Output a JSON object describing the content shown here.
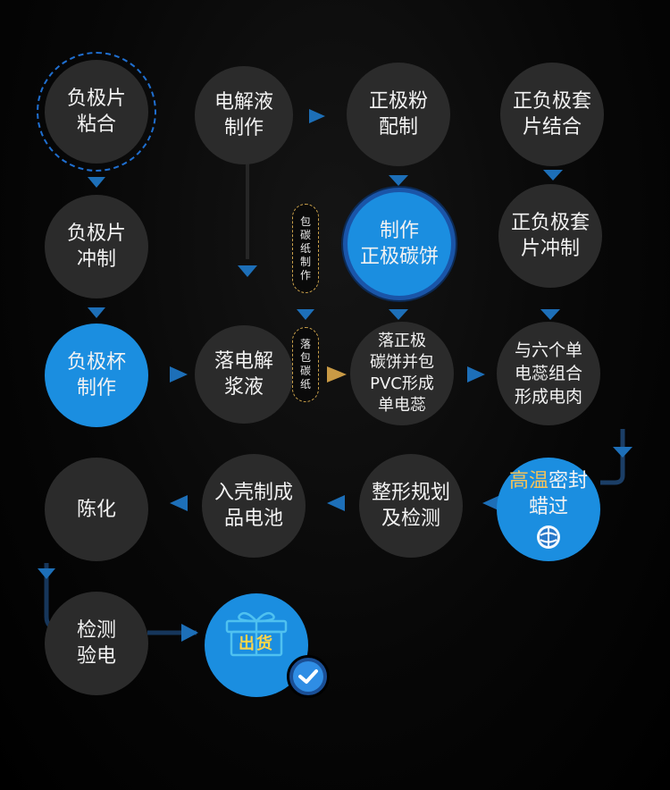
{
  "nodes": {
    "n1": {
      "l1": "负极片",
      "l2": "粘合"
    },
    "n2": {
      "l1": "电解液",
      "l2": "制作"
    },
    "n3": {
      "l1": "正极粉",
      "l2": "配制"
    },
    "n4": {
      "l1": "正负极套",
      "l2": "片结合"
    },
    "n5": {
      "l1": "负极片",
      "l2": "冲制"
    },
    "n6": {
      "l1": "制作",
      "l2": "正极碳饼"
    },
    "n7": {
      "l1": "正负极套",
      "l2": "片冲制"
    },
    "n8": {
      "l1": "负极杯",
      "l2": "制作"
    },
    "n9": {
      "l1": "落电解",
      "l2": "浆液"
    },
    "n10": {
      "l1": "落正极",
      "l2": "碳饼并包",
      "l3": "PVC形成",
      "l4": "单电蕊"
    },
    "n11": {
      "l1": "与六个单",
      "l2": "电蕊组合",
      "l3": "形成电肉"
    },
    "n12": {
      "l1a": "高温",
      "l1b": "密封",
      "l2": "蜡过"
    },
    "n13": {
      "l1": "整形规划",
      "l2": "及检测"
    },
    "n14": {
      "l1": "入壳制成",
      "l2": "品电池"
    },
    "n15": {
      "l1": "陈化"
    },
    "n16": {
      "l1": "检测",
      "l2": "验电"
    },
    "n17": {
      "label": "出货"
    }
  },
  "pills": {
    "p1": [
      "包",
      "碳",
      "纸",
      "制",
      "作"
    ],
    "p2": [
      "落",
      "包",
      "碳",
      "纸"
    ]
  },
  "icons": {
    "seal": "globe-seal-icon",
    "gift": "gift-box-icon",
    "check": "checkmark-icon"
  },
  "colors": {
    "node": "#2b2b2b",
    "highlight_node": "#1b8ee0",
    "arrow": "#1d6fb8",
    "accent_text": "#f4c35a"
  }
}
